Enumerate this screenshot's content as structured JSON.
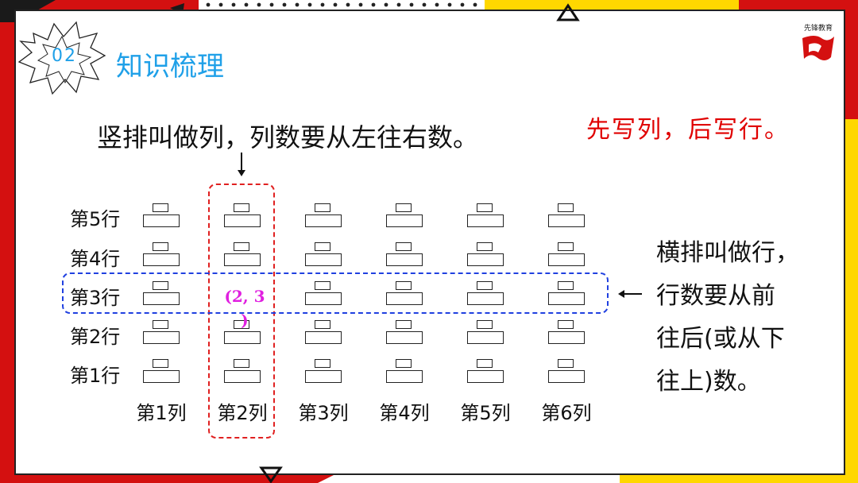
{
  "header": {
    "section_number": "02",
    "section_title": "知识梳理",
    "brand_name": "先锋教育"
  },
  "notes": {
    "column_rule": "竖排叫做列，列数要从左往右数。",
    "order_rule": "先写列，后写行。",
    "row_rule_lines": [
      "横排叫做行，",
      "行数要从前",
      "往后(或从下",
      "往上)数。"
    ]
  },
  "grid": {
    "row_labels": [
      "第5行",
      "第4行",
      "第3行",
      "第2行",
      "第1行"
    ],
    "column_labels": [
      "第1列",
      "第2列",
      "第3列",
      "第4列",
      "第5列",
      "第6列"
    ],
    "highlighted_coordinate_lines": [
      "(2, 3",
      ")"
    ]
  },
  "colors": {
    "accent_blue": "#1fa0e8",
    "highlight_red": "#e02020",
    "highlight_blue": "#2040e0",
    "coordinate_magenta": "#e020e0",
    "frame_red": "#d41010",
    "frame_yellow": "#ffd700"
  },
  "icons": [
    "zigzag-badge-icon",
    "brand-logo-icon",
    "down-arrow-icon",
    "left-arrow-icon",
    "triangle-marker-icon"
  ]
}
